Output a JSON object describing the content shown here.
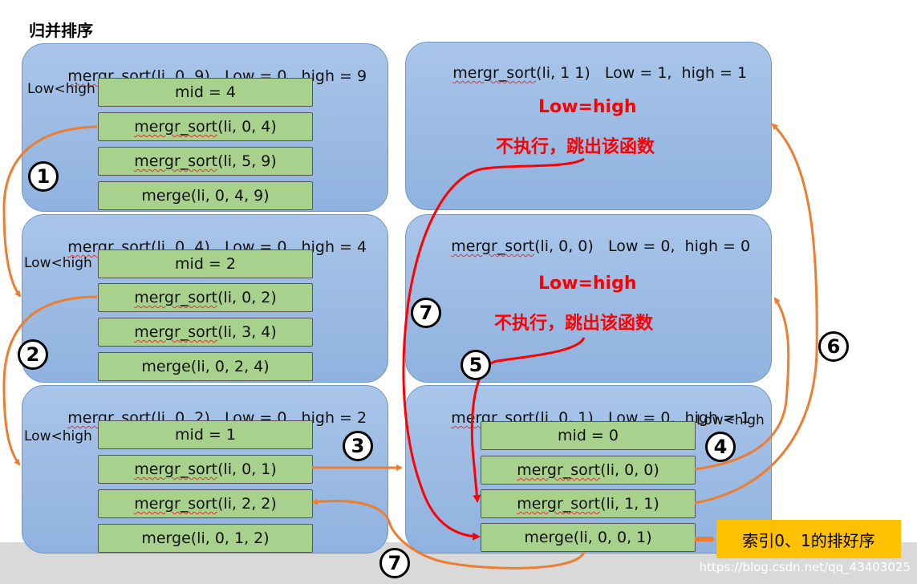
{
  "title": "归并排序",
  "frames": [
    {
      "id": "f1",
      "fn": "mergr_sort",
      "args": "(li, 0, 9)",
      "range": "Low = 0,  high = 9",
      "cond": "Low<high",
      "boxes": [
        {
          "fn": "",
          "text": "mid = 4"
        },
        {
          "fn": "mergr_sort",
          "text": "(li, 0, 4)"
        },
        {
          "fn": "mergr_sort",
          "text": "(li, 5, 9)"
        },
        {
          "fn": "",
          "text": "merge(li, 0, 4, 9)"
        }
      ]
    },
    {
      "id": "f2",
      "fn": "mergr_sort",
      "args": "(li, 0, 4)",
      "range": "Low = 0,  high = 4",
      "cond": "Low<high",
      "boxes": [
        {
          "fn": "",
          "text": "mid = 2"
        },
        {
          "fn": "mergr_sort",
          "text": "(li, 0, 2)"
        },
        {
          "fn": "mergr_sort",
          "text": "(li, 3, 4)"
        },
        {
          "fn": "",
          "text": "merge(li, 0, 2, 4)"
        }
      ]
    },
    {
      "id": "f3",
      "fn": "mergr_sort",
      "args": "(li, 0, 2)",
      "range": "Low = 0,  high = 2",
      "cond": "Low<high",
      "boxes": [
        {
          "fn": "",
          "text": "mid = 1"
        },
        {
          "fn": "mergr_sort",
          "text": "(li, 0, 1)"
        },
        {
          "fn": "mergr_sort",
          "text": "(li, 2, 2)"
        },
        {
          "fn": "",
          "text": "merge(li, 0, 1, 2)"
        }
      ]
    },
    {
      "id": "f4",
      "fn": "mergr_sort",
      "args": "(li, 1 1)",
      "range": "Low = 1,  high = 1",
      "cond": "",
      "note": [
        "Low=high",
        "不执行，跳出该函数"
      ],
      "boxes": []
    },
    {
      "id": "f5",
      "fn": "mergr_sort",
      "args": "(li, 0, 0)",
      "range": "Low = 0,  high = 0",
      "cond": "",
      "note": [
        "Low=high",
        "不执行，跳出该函数"
      ],
      "boxes": []
    },
    {
      "id": "f6",
      "fn": "mergr_sort",
      "args": "(li, 0, 1)",
      "range": "Low = 0,  high = 1",
      "cond": "Low<high",
      "boxes": [
        {
          "fn": "",
          "text": "mid = 0"
        },
        {
          "fn": "mergr_sort",
          "text": "(li, 0, 0)"
        },
        {
          "fn": "mergr_sort",
          "text": "(li, 1, 1)"
        },
        {
          "fn": "",
          "text": "merge(li, 0, 0, 1)"
        }
      ]
    }
  ],
  "steps": [
    "1",
    "2",
    "3",
    "4",
    "5",
    "6",
    "7",
    "7"
  ],
  "result": "索引0、1的排好序",
  "watermark": "https://blog.csdn.net/qq_43403025",
  "colors": {
    "frame": "#9dbde6",
    "box": "#a9d18e",
    "orange_arrow": "#ed7d31",
    "red_arrow": "#ff0000",
    "result": "#ffc000"
  }
}
